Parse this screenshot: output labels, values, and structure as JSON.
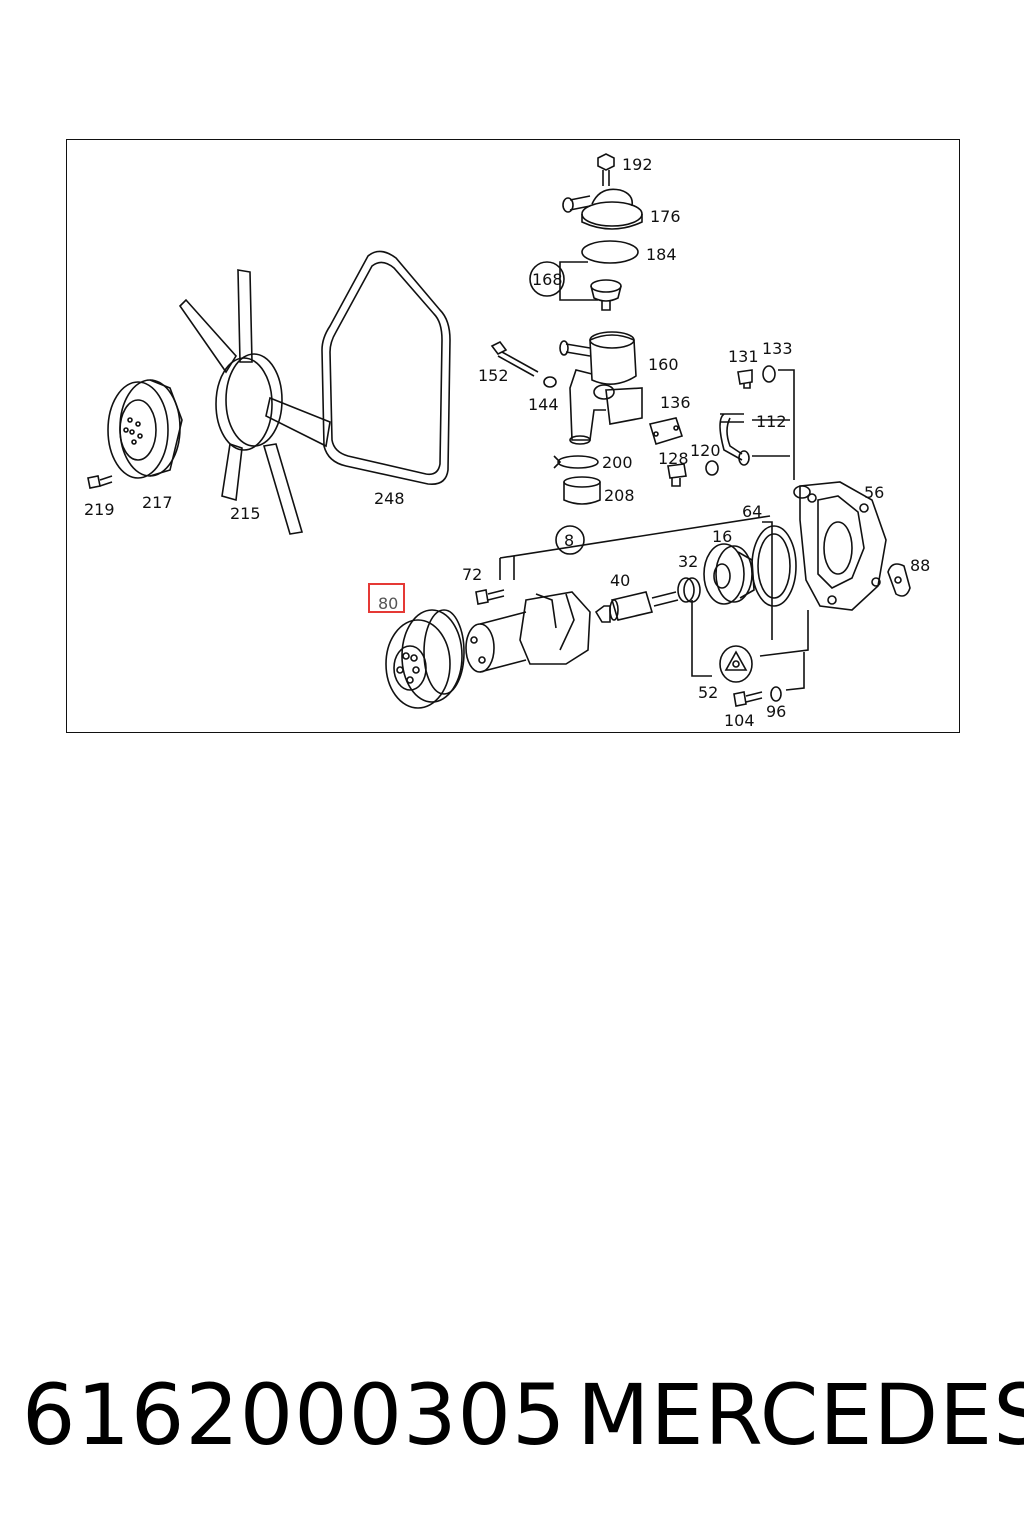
{
  "diagram": {
    "callouts": {
      "p192": "192",
      "p176": "176",
      "p184": "184",
      "p168": "168",
      "p160": "160",
      "p152": "152",
      "p144": "144",
      "p136": "136",
      "p131": "131",
      "p133": "133",
      "p112": "112",
      "p120": "120",
      "p128": "128",
      "p200": "200",
      "p208": "208",
      "p219": "219",
      "p217": "217",
      "p215": "215",
      "p248": "248",
      "p56": "56",
      "p64": "64",
      "p16": "16",
      "p32": "32",
      "p40": "40",
      "p8": "8",
      "p72": "72",
      "p80": "80",
      "p88": "88",
      "p52": "52",
      "p104": "104",
      "p96": "96"
    },
    "highlighted_callout": "80",
    "highlight_color": "#e53935"
  },
  "footer": {
    "part_number": "6162000305",
    "brand": "MERCEDES"
  }
}
